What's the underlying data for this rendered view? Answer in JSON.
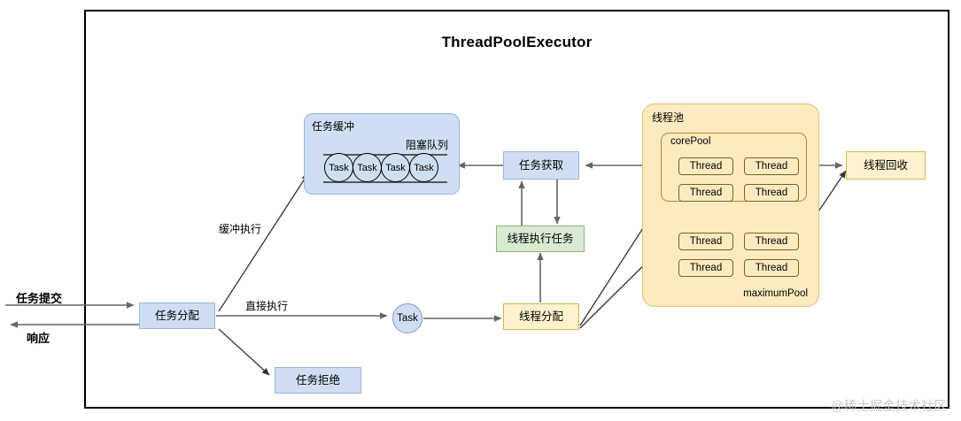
{
  "diagram": {
    "title": "ThreadPoolExecutor",
    "watermark": "@稀土掘金技术社区"
  },
  "flow_labels": {
    "submit": "任务提交",
    "response": "响应",
    "buffered_exec": "缓冲执行",
    "direct_exec": "直接执行"
  },
  "nodes": {
    "task_dispatch": "任务分配",
    "task_reject": "任务拒绝",
    "task_circle": "Task",
    "task_fetch": "任务获取",
    "thread_exec_task": "线程执行任务",
    "thread_dispatch": "线程分配",
    "thread_recycle": "线程回收"
  },
  "task_buffer": {
    "title": "任务缓冲",
    "queue_label": "阻塞队列",
    "tasks": [
      "Task",
      "Task",
      "Task",
      "Task"
    ]
  },
  "thread_pool": {
    "title": "线程池",
    "core_pool_label": "corePool",
    "maximum_pool_label": "maximumPool",
    "core_threads": [
      "Thread",
      "Thread",
      "Thread",
      "Thread"
    ],
    "max_threads": [
      "Thread",
      "Thread",
      "Thread",
      "Thread"
    ]
  },
  "colors": {
    "blue_fill": "#cfdef3",
    "blue_stroke": "#9ab4d8",
    "yellow_fill": "#fdf1ce",
    "yellow_stroke": "#d6b656",
    "pool_fill": "#fdeabf",
    "pool_stroke": "#e0c174",
    "green_fill": "#d9ead3",
    "green_stroke": "#8db47e",
    "arrow_gray": "#666666",
    "arrow_dark": "#333333",
    "frame": "#000000"
  }
}
